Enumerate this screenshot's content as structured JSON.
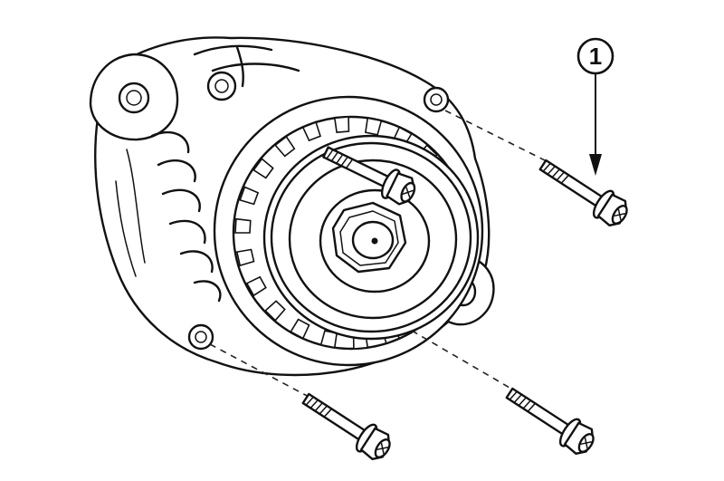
{
  "diagram": {
    "callouts": [
      {
        "label": "1",
        "target": "mounting-bolt-upper-right"
      }
    ],
    "icons": [
      "alternator",
      "mounting-bolt",
      "pulley",
      "cooling-fan"
    ],
    "colors": {
      "line": "#111111",
      "background": "#ffffff"
    }
  }
}
